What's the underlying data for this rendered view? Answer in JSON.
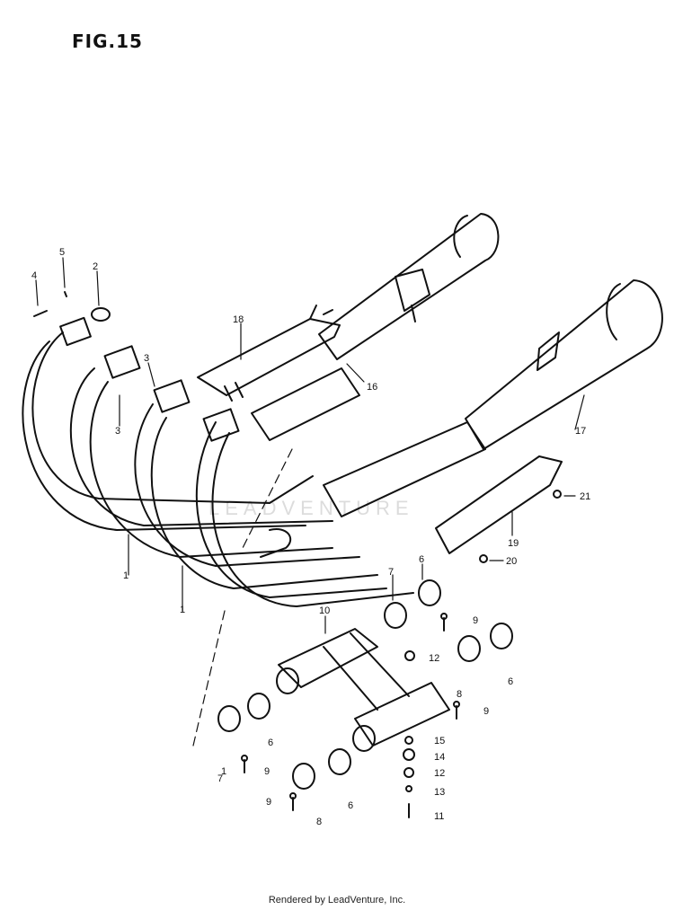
{
  "figure": {
    "title": "FIG.15"
  },
  "watermark": "LEADVENTURE",
  "footer": "Rendered by LeadVenture, Inc.",
  "callouts": [
    {
      "id": "c1a",
      "label": "1"
    },
    {
      "id": "c1b",
      "label": "1"
    },
    {
      "id": "c1c",
      "label": "1"
    },
    {
      "id": "c2",
      "label": "2"
    },
    {
      "id": "c3a",
      "label": "3"
    },
    {
      "id": "c3b",
      "label": "3"
    },
    {
      "id": "c4",
      "label": "4"
    },
    {
      "id": "c5",
      "label": "5"
    },
    {
      "id": "c6a",
      "label": "6"
    },
    {
      "id": "c6b",
      "label": "6"
    },
    {
      "id": "c6c",
      "label": "6"
    },
    {
      "id": "c6d",
      "label": "6"
    },
    {
      "id": "c7a",
      "label": "7"
    },
    {
      "id": "c7b",
      "label": "7"
    },
    {
      "id": "c8a",
      "label": "8"
    },
    {
      "id": "c8b",
      "label": "8"
    },
    {
      "id": "c9a",
      "label": "9"
    },
    {
      "id": "c9b",
      "label": "9"
    },
    {
      "id": "c9c",
      "label": "9"
    },
    {
      "id": "c9d",
      "label": "9"
    },
    {
      "id": "c10",
      "label": "10"
    },
    {
      "id": "c11",
      "label": "11"
    },
    {
      "id": "c12a",
      "label": "12"
    },
    {
      "id": "c12b",
      "label": "12"
    },
    {
      "id": "c13",
      "label": "13"
    },
    {
      "id": "c14",
      "label": "14"
    },
    {
      "id": "c15",
      "label": "15"
    },
    {
      "id": "c16",
      "label": "16"
    },
    {
      "id": "c17",
      "label": "17"
    },
    {
      "id": "c18",
      "label": "18"
    },
    {
      "id": "c19",
      "label": "19"
    },
    {
      "id": "c20",
      "label": "20"
    },
    {
      "id": "c21",
      "label": "21"
    }
  ]
}
